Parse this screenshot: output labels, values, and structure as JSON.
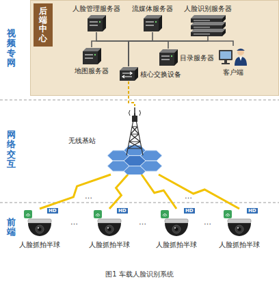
{
  "diagram": {
    "caption": "图1 车载人脸识别系统",
    "nodes": [
      {
        "text": [
          "后端中心"
        ]
      },
      {
        "text": [
          "人脸管理服务器"
        ],
        "in": 0
      },
      {
        "text": [
          "流媒体服务器"
        ],
        "in": 0
      },
      {
        "text": [
          "人脸识别服务器"
        ],
        "in": 0
      },
      {
        "text": [
          "地图服务器"
        ],
        "in": 0
      },
      {
        "text": [
          "目录服务器"
        ],
        "in": 0
      },
      {
        "text": [
          "客户端"
        ],
        "in": 0
      },
      {
        "text": [
          "核心交换设备"
        ],
        "in": 0
      },
      {
        "text": [
          "无线基站"
        ]
      },
      {
        "text": [
          "人脸抓拍半球"
        ]
      },
      {
        "text": [
          "人脸抓拍半球"
        ]
      },
      {
        "text": [
          "人脸抓拍半球"
        ]
      },
      {
        "text": [
          "人脸抓拍半球"
        ]
      }
    ],
    "edges": [
      {
        "from": 1,
        "to": 7,
        "arrow": "none"
      },
      {
        "from": 2,
        "to": 7,
        "arrow": "none"
      },
      {
        "from": 3,
        "to": 7,
        "arrow": "none"
      },
      {
        "from": 4,
        "to": 7,
        "arrow": "none"
      },
      {
        "from": 5,
        "to": 7,
        "arrow": "none"
      },
      {
        "from": 6,
        "to": 7,
        "arrow": "none"
      },
      {
        "from": 7,
        "to": 8,
        "arrow": "none"
      },
      {
        "from": 8,
        "to": 9,
        "arrow": "none"
      },
      {
        "from": 8,
        "to": 10,
        "arrow": "none"
      },
      {
        "from": 8,
        "to": 11,
        "arrow": "none"
      },
      {
        "from": 8,
        "to": 12,
        "arrow": "none"
      }
    ],
    "labels": [
      "视频专网",
      "网络交互",
      "…",
      "…",
      "前端",
      "HD",
      "HD",
      "HD",
      "HD",
      "…",
      "…",
      "…"
    ]
  }
}
